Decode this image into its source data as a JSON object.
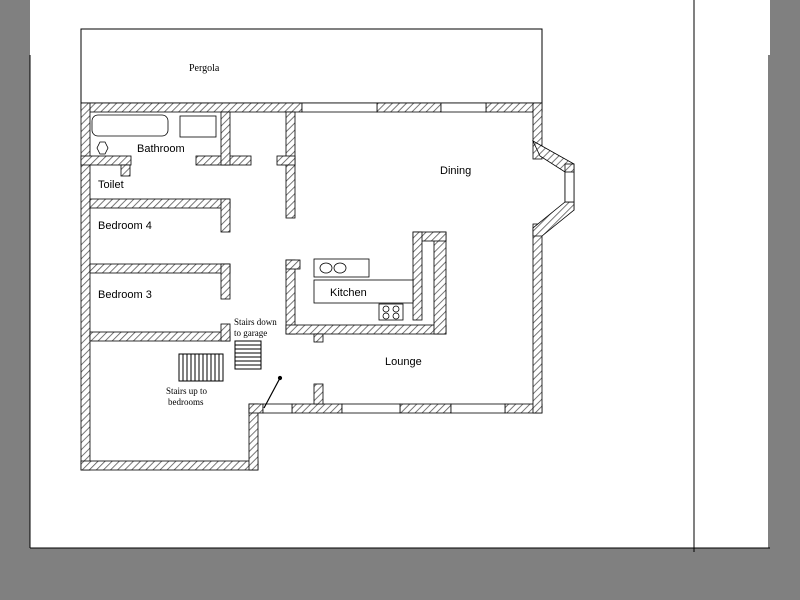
{
  "colors": {
    "background": "#808080",
    "page": "#ffffff",
    "wall_hatch": "#555555",
    "line": "#000000"
  },
  "labels": {
    "pergola": "Pergola",
    "bathroom": "Bathroom",
    "toilet": "Toilet",
    "bedroom4": "Bedroom 4",
    "bedroom3": "Bedroom 3",
    "dining": "Dining",
    "kitchen": "Kitchen",
    "lounge": "Lounge",
    "stairs_down_line1": "Stairs down",
    "stairs_down_line2": "to garage",
    "stairs_up_line1": "Stairs up to",
    "stairs_up_line2": "bedrooms"
  }
}
